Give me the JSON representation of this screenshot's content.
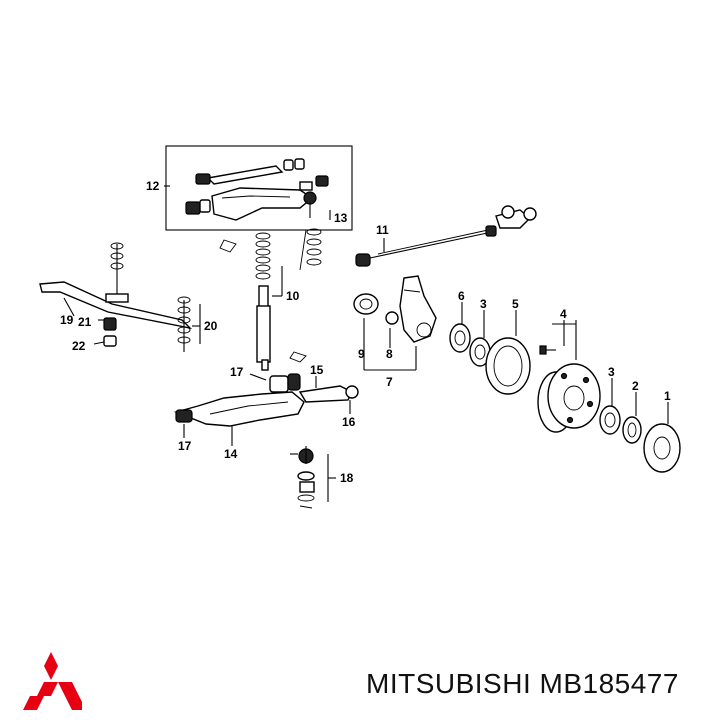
{
  "callouts": [
    "1",
    "2",
    "3",
    "3",
    "4",
    "5",
    "6",
    "7",
    "8",
    "9",
    "10",
    "11",
    "12",
    "13",
    "14",
    "15",
    "16",
    "17",
    "17",
    "18",
    "19",
    "20",
    "21",
    "22"
  ],
  "brand": {
    "name": "MITSUBISHI",
    "part_number": "MB185477",
    "logo_color": "#e60012",
    "logo_icon": "three-diamonds-logo-icon"
  }
}
